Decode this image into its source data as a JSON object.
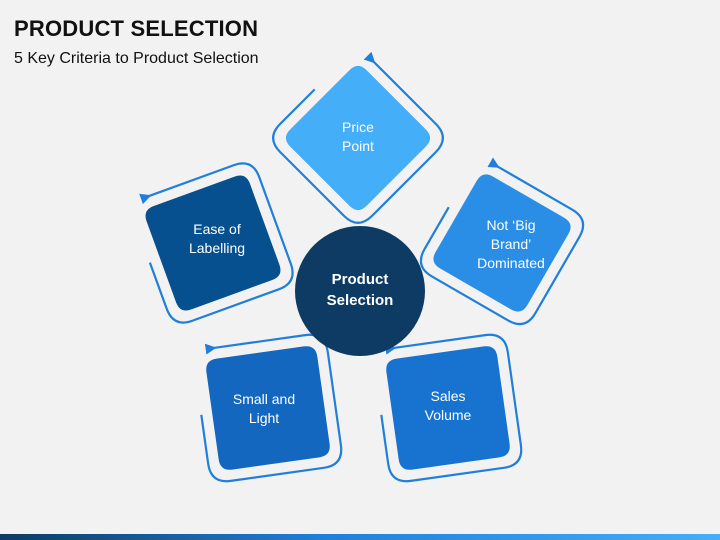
{
  "title": "PRODUCT SELECTION",
  "subtitle": "5 Key Criteria to Product Selection",
  "center": {
    "line1": "Product",
    "line2": "Selection",
    "color": "#0d3b63"
  },
  "nodes": [
    {
      "line1": "Price",
      "line2": "Point",
      "line3": "",
      "color": "#44aef8"
    },
    {
      "line1": "Not ‘Big",
      "line2": "Brand’",
      "line3": "Dominated",
      "color": "#2a8de6"
    },
    {
      "line1": "Sales",
      "line2": "Volume",
      "line3": "",
      "color": "#1773cf"
    },
    {
      "line1": "Small and",
      "line2": "Light",
      "line3": "",
      "color": "#1367bf"
    },
    {
      "line1": "Ease of",
      "line2": "Labelling",
      "line3": "",
      "color": "#06508f"
    }
  ],
  "colors": {
    "outline": "#1f7fdb",
    "bottom_bar": [
      "#0d3b63",
      "#1f7fdb",
      "#44aef8"
    ]
  }
}
